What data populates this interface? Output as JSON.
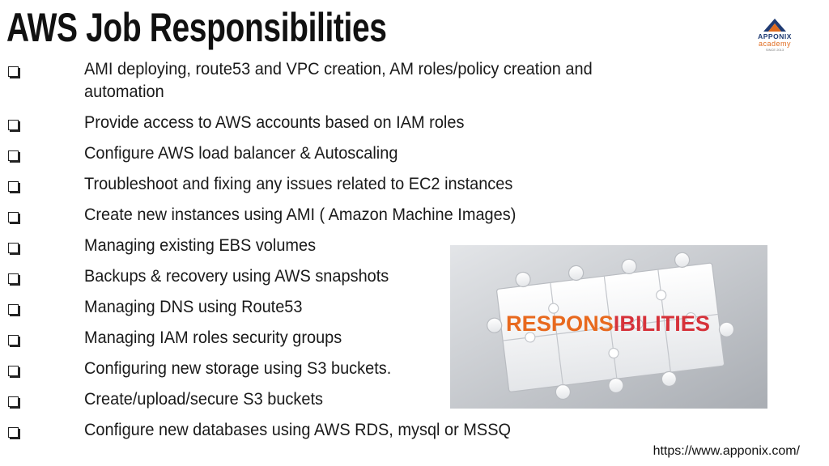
{
  "slide": {
    "title": "AWS Job Responsibilities",
    "footer_url": "https://www.apponix.com/"
  },
  "logo": {
    "name": "APPONIX",
    "sub": "academy",
    "since": "SINCE 2013",
    "colors": {
      "navy": "#1f3b73",
      "orange": "#e06b1f"
    }
  },
  "bullets": [
    "AMI deploying, route53 and VPC creation, AM roles/policy creation and automation",
    "Provide access to AWS accounts based on IAM roles",
    "Configure AWS load balancer & Autoscaling",
    "Troubleshoot and fixing any issues related to EC2 instances",
    "Create new instances using AMI ( Amazon Machine Images)",
    "Managing existing EBS volumes",
    "Backups & recovery using AWS snapshots",
    "Managing DNS using Route53",
    "Managing IAM roles security groups",
    "Configuring new storage using S3 buckets.",
    "Create/upload/secure S3 buckets",
    "Configure new databases using AWS RDS, mysql or MSSQ"
  ],
  "image": {
    "word": "RESPONSIBILITIES",
    "colors": {
      "orange": "#e8691e",
      "red": "#d6323a",
      "background": "#c9ccd0"
    }
  }
}
